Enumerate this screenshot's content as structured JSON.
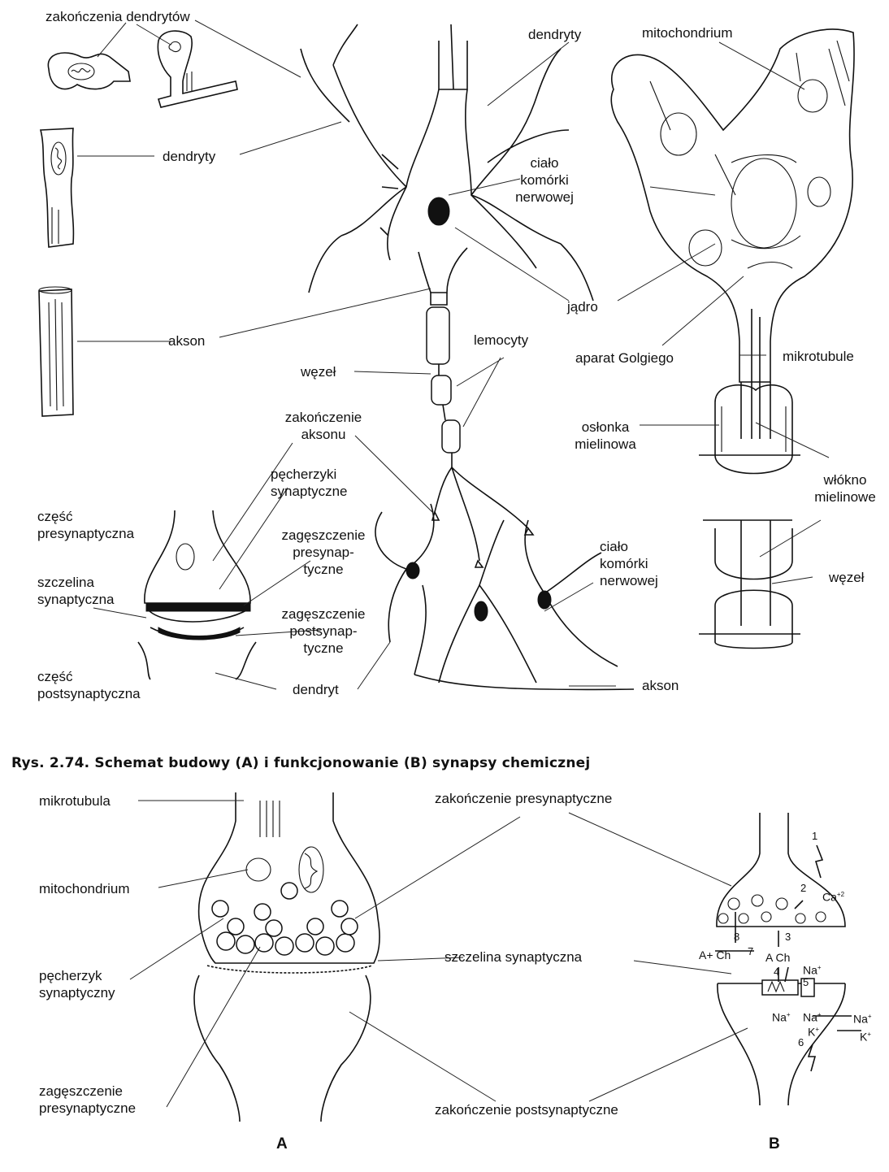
{
  "top": {
    "dendrite_endings": "zakończenia dendrytów",
    "dendrites_left": "dendryty",
    "axon_left": "akson",
    "dendrites_top": "dendryty",
    "cell_body": "ciało\nkomórki\nnerwowej",
    "nucleus": "jądro",
    "node_left": "węzeł",
    "lemocytes": "lemocyty",
    "axon_ending": "zakończenie\naksonu",
    "synaptic_vesicles": "pęcherzyki\nsynaptyczne",
    "presyn_thickening": "zagęszczenie\npresynap-\ntyczne",
    "postsyn_thickening": "zagęszczenie\npostsynap-\ntyczne",
    "presyn_part": "część\npresynaptyczna",
    "cleft": "szczelina\nsynaptyczna",
    "postsyn_part": "część\npostsynaptyczna",
    "dendrite": "dendryt",
    "cell_body2": "ciało\nkomórki\nnerwowej",
    "axon_bottom": "akson",
    "mitochondrium": "mitochondrium",
    "golgi": "aparat Golgiego",
    "microtubules": "mikrotubule",
    "myelin_sheath": "osłonka\nmielinowa",
    "myelin_fiber": "włókno\nmielinowe",
    "node_right": "węzeł"
  },
  "caption": "Rys. 2.74. Schemat budowy (A) i funkcjonowanie (B) synapsy chemicznej",
  "bottom": {
    "microtubule": "mikrotubula",
    "mitochondrium": "mitochondrium",
    "vesicle": "pęcherzyk\nsynaptyczny",
    "presyn_thickening": "zagęszczenie\npresynaptyczne",
    "presyn_ending": "zakończenie presynaptyczne",
    "cleft": "szczelina synaptyczna",
    "postsyn_ending": "zakończenie postsynaptyczne",
    "panel_a": "A",
    "panel_b": "B"
  },
  "schema_b": {
    "step1": "1",
    "step2": "2",
    "step3": "3",
    "step4": "4",
    "step5": "5",
    "step6": "6",
    "step7": "7",
    "step8": "8",
    "ca": "Ca",
    "ca_charge": "+2",
    "a_ch_left": "A+ Ch",
    "a_ch": "A  Ch",
    "na_top": "Na",
    "na_left": "Na",
    "na_mid": "Na",
    "na_right": "Na",
    "k_mid": "K",
    "k_right": "K",
    "plus": "+"
  }
}
